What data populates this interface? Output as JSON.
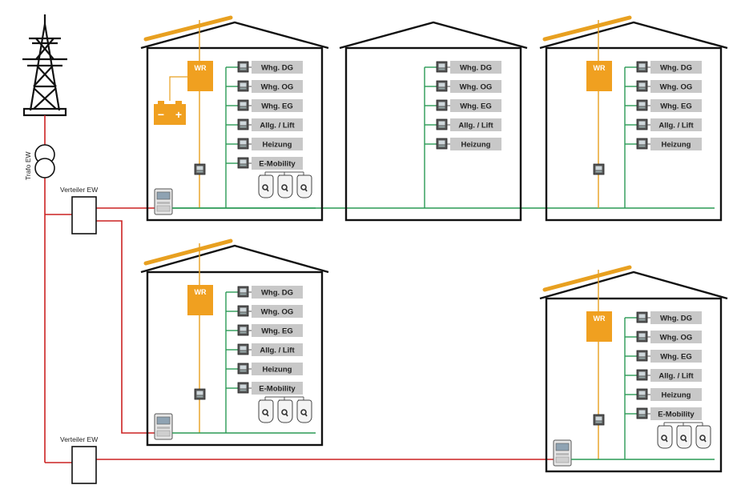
{
  "grid": {
    "trafo_label": "Trafo EW",
    "distributor_label_1": "Verteiler EW",
    "distributor_label_2": "Verteiler EW"
  },
  "inverter_label": "WR",
  "battery_symbols": {
    "minus": "−",
    "plus": "+"
  },
  "buildings": [
    {
      "id": "house-1",
      "has_pv": true,
      "has_battery": true,
      "consumers": [
        "Whg. DG",
        "Whg. OG",
        "Whg. EG",
        "Allg. / Lift",
        "Heizung",
        "E-Mobility"
      ],
      "chargers": 3
    },
    {
      "id": "house-2",
      "has_pv": false,
      "has_battery": false,
      "consumers": [
        "Whg. DG",
        "Whg. OG",
        "Whg. EG",
        "Allg. / Lift",
        "Heizung"
      ],
      "chargers": 0
    },
    {
      "id": "house-3",
      "has_pv": true,
      "has_battery": false,
      "consumers": [
        "Whg. DG",
        "Whg. OG",
        "Whg. EG",
        "Allg. / Lift",
        "Heizung"
      ],
      "chargers": 0
    },
    {
      "id": "house-4",
      "has_pv": true,
      "has_battery": false,
      "consumers": [
        "Whg. DG",
        "Whg. OG",
        "Whg. EG",
        "Allg. / Lift",
        "Heizung",
        "E-Mobility"
      ],
      "chargers": 3
    },
    {
      "id": "house-5",
      "has_pv": true,
      "has_battery": false,
      "consumers": [
        "Whg. DG",
        "Whg. OG",
        "Whg. EG",
        "Allg. / Lift",
        "Heizung",
        "E-Mobility"
      ],
      "chargers": 3
    }
  ],
  "colors": {
    "grid_line": "#cc2222",
    "house_bus": "#2a9a55",
    "pv_line": "#e8a020",
    "inverter": "#f0a020",
    "consumer_box": "#c8c8c8",
    "outline": "#111111"
  }
}
